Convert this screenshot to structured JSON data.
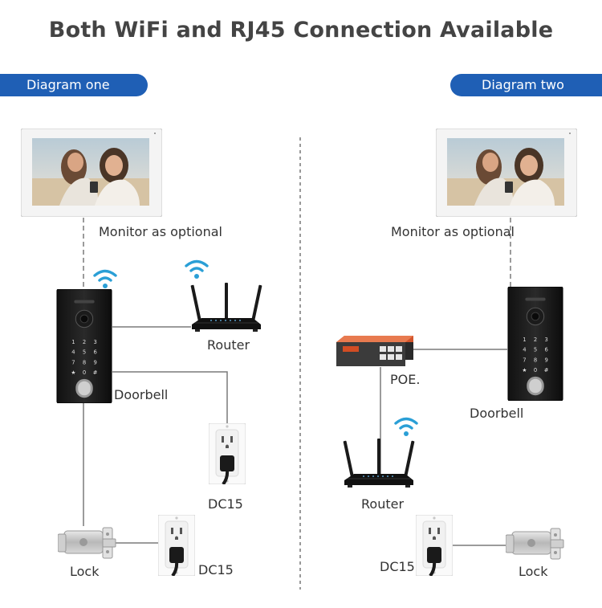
{
  "title": "Both WiFi and RJ45 Connection Available",
  "colors": {
    "accent": "#1f5fb5",
    "wire": "#7a7a7a",
    "wifi": "#2a9fd6"
  },
  "diagram_one": {
    "tab": "Diagram one",
    "monitor_label": "Monitor as optional",
    "router_label": "Router",
    "doorbell_label": "Doorbell",
    "outlet_label_1": "DC15",
    "lock_label": "Lock",
    "outlet_label_2": "DC15"
  },
  "diagram_two": {
    "tab": "Diagram two",
    "monitor_label": "Monitor as optional",
    "poe_label": "POE.",
    "doorbell_label": "Doorbell",
    "router_label": "Router",
    "outlet_label": "DC15",
    "lock_label": "Lock"
  }
}
